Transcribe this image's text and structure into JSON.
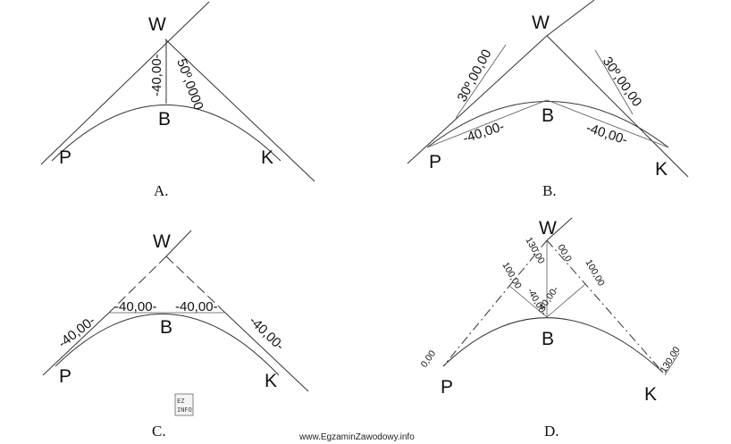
{
  "panels": [
    {
      "caption": "A.",
      "points": {
        "W": "W",
        "B": "B",
        "P": "P",
        "K": "K"
      },
      "labels": {
        "vertical": "-40,00-",
        "angle": "50º,0000"
      }
    },
    {
      "caption": "B.",
      "points": {
        "W": "W",
        "B": "B",
        "P": "P",
        "K": "K"
      },
      "labels": {
        "left_angle": "30º,00,00",
        "right_angle": "30º,00,00",
        "left_chord": "-40,00-",
        "right_chord": "-40,00-"
      }
    },
    {
      "caption": "C.",
      "points": {
        "W": "W",
        "B": "B",
        "P": "P",
        "K": "K"
      },
      "labels": {
        "left_tangent": "-40,00-",
        "left_horizontal": "-40,00-",
        "right_horizontal": "-40,00-",
        "right_tangent": "-40,00-"
      }
    },
    {
      "caption": "D.",
      "points": {
        "W": "W",
        "B": "B",
        "P": "P",
        "K": "K"
      },
      "labels": {
        "top_left": "130,00",
        "top_right": "00,0",
        "mid_left": "100,00",
        "mid_right": "100,00",
        "chord_left": "-40,00-",
        "chord_right": "40,00-",
        "p_station": "0,00",
        "k_station": "130,00"
      }
    }
  ],
  "logo_text": "EZ INFO",
  "footer": "www.EgzaminZawodowy.info"
}
